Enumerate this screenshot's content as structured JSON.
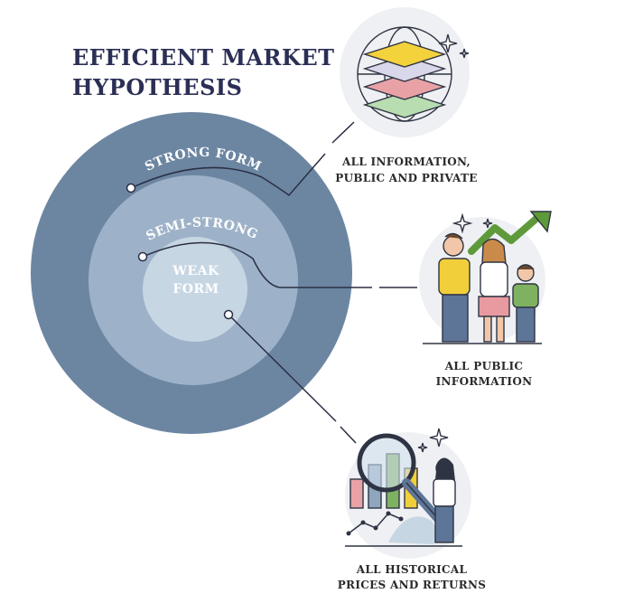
{
  "title": {
    "line1": "EFFICIENT MARKET",
    "line2": "HYPOTHESIS"
  },
  "rings": {
    "strong": "STRONG FORM",
    "semi_strong": "SEMI-STRONG",
    "weak_line1": "WEAK",
    "weak_line2": "FORM"
  },
  "captions": {
    "strong": {
      "line1": "ALL INFORMATION,",
      "line2": "PUBLIC AND PRIVATE"
    },
    "semi_strong": {
      "line1": "ALL PUBLIC",
      "line2": "INFORMATION"
    },
    "weak": {
      "line1": "ALL HISTORICAL",
      "line2": "PRICES AND RETURNS"
    }
  },
  "colors": {
    "outer": "#6c86a2",
    "middle": "#9db2c8",
    "inner": "#c7d6e3",
    "title": "#2b2f55"
  }
}
